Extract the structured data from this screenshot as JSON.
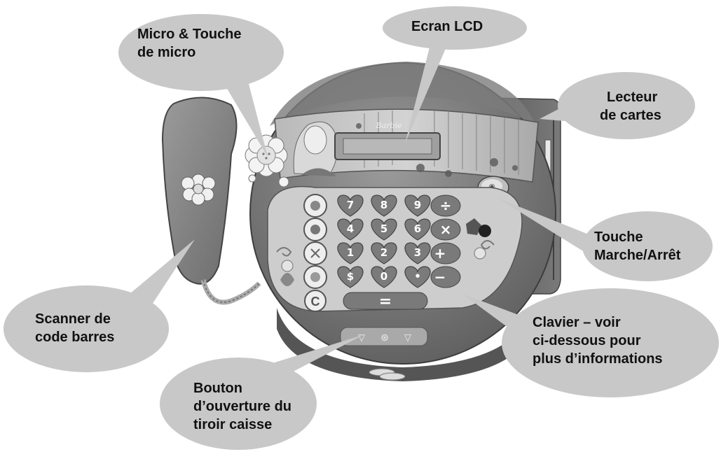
{
  "callouts": {
    "micro": [
      "Micro & Touche",
      "de micro"
    ],
    "ecran": "Ecran LCD",
    "lecteur": [
      "Lecteur",
      "de cartes"
    ],
    "touche": [
      "Touche",
      "Marche/Arrêt"
    ],
    "scanner": [
      "Scanner de",
      "code barres"
    ],
    "clavier": [
      "Clavier – voir",
      "ci-dessous pour",
      "plus d’informations"
    ],
    "bouton": [
      "Bouton",
      "d’ouverture du",
      "tiroir caisse"
    ]
  },
  "device": {
    "brand": "Barbie",
    "keys": {
      "digits_row1": [
        "7",
        "8",
        "9"
      ],
      "digits_row2": [
        "4",
        "5",
        "6"
      ],
      "digits_row3": [
        "1",
        "2",
        "3"
      ],
      "digits_row4": [
        "$",
        "0",
        "•"
      ],
      "op_divide": "÷",
      "op_multiply": "×",
      "op_plus": "+",
      "op_minus": "−",
      "equals": "=",
      "clear": "C"
    },
    "drawer_button_glyphs": [
      "▽",
      "⊛",
      "▽"
    ]
  },
  "colors": {
    "callout_fill": "#c8c8c8",
    "body_dark": "#6a6a6a",
    "body_mid": "#8c8c8c",
    "keypad_face": "#c6c6c6",
    "heart_key": "#7b7b7b",
    "text": "#111111"
  }
}
